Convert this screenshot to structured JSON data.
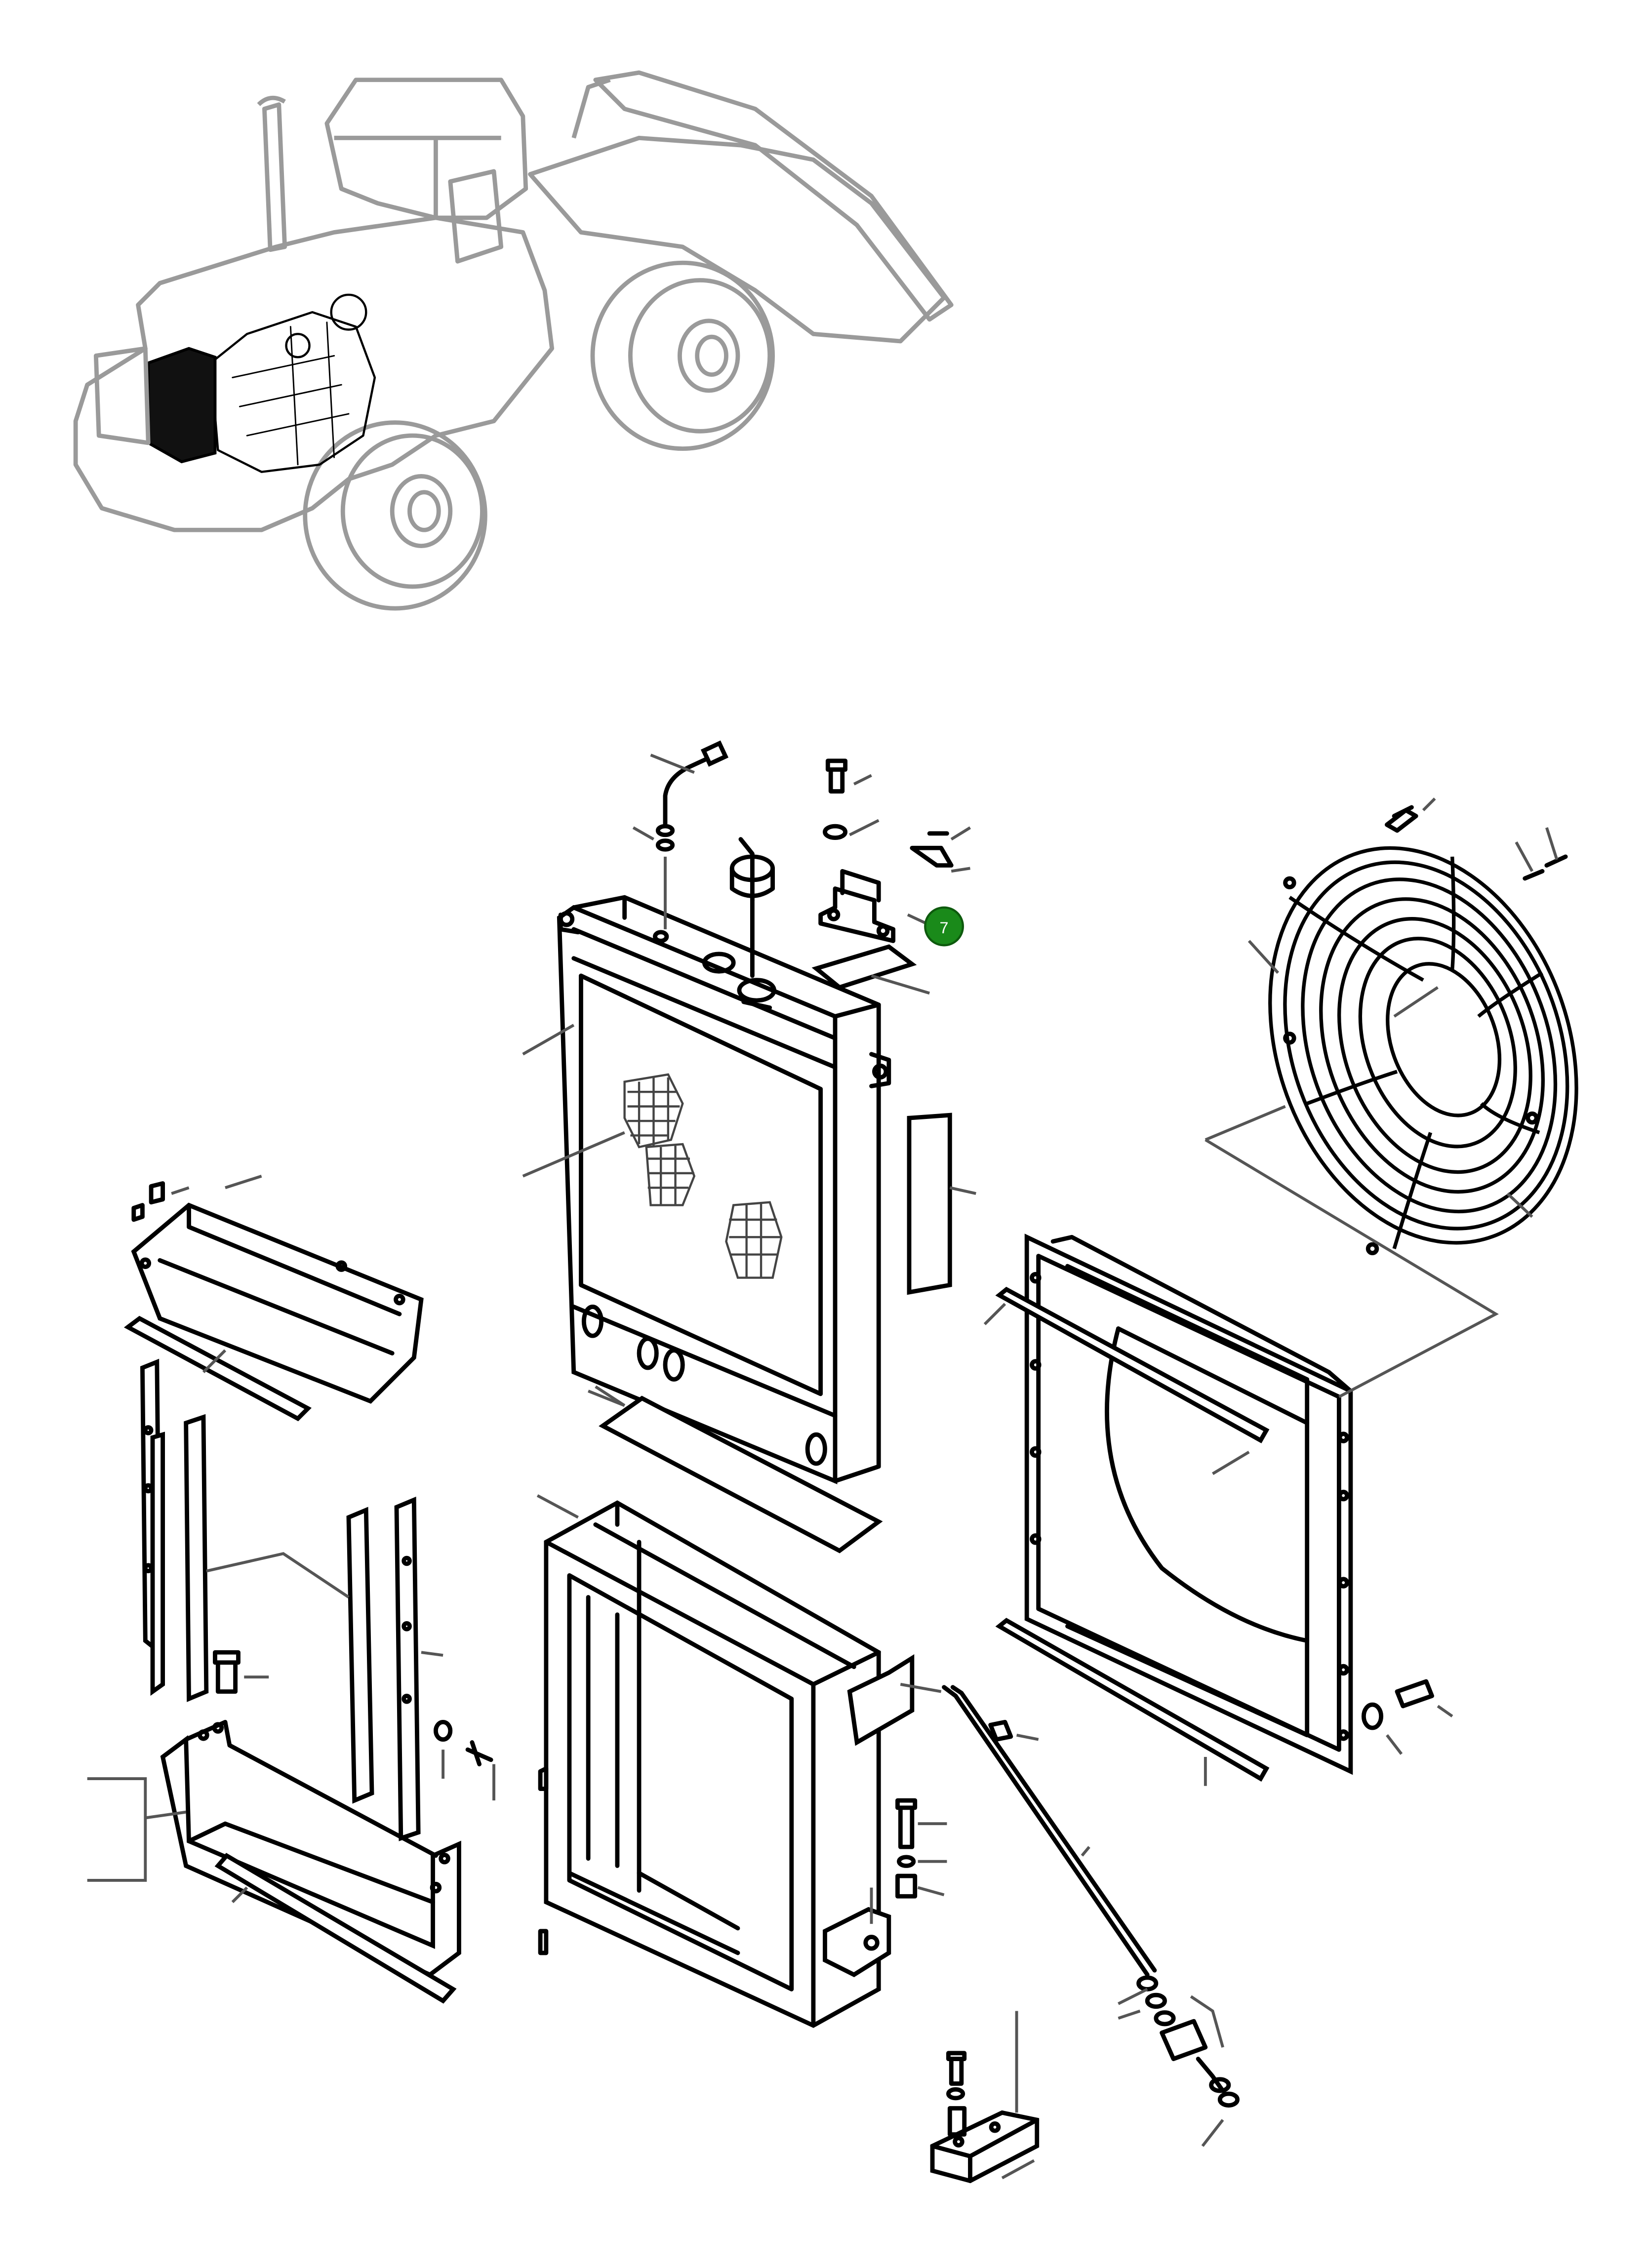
{
  "diagram": {
    "callouts": [
      {
        "number": "7",
        "highlighted": true,
        "color": "#1a8a1a"
      }
    ]
  },
  "colors": {
    "line": "#000000",
    "machine_outline": "#9a9a9a",
    "callout_fill": "#1a8a1a",
    "callout_text": "#ffffff"
  },
  "icons": [
    "wheel-loader-illustration",
    "radiator-core",
    "fan-guard",
    "fan-shroud",
    "mounting-frame"
  ]
}
